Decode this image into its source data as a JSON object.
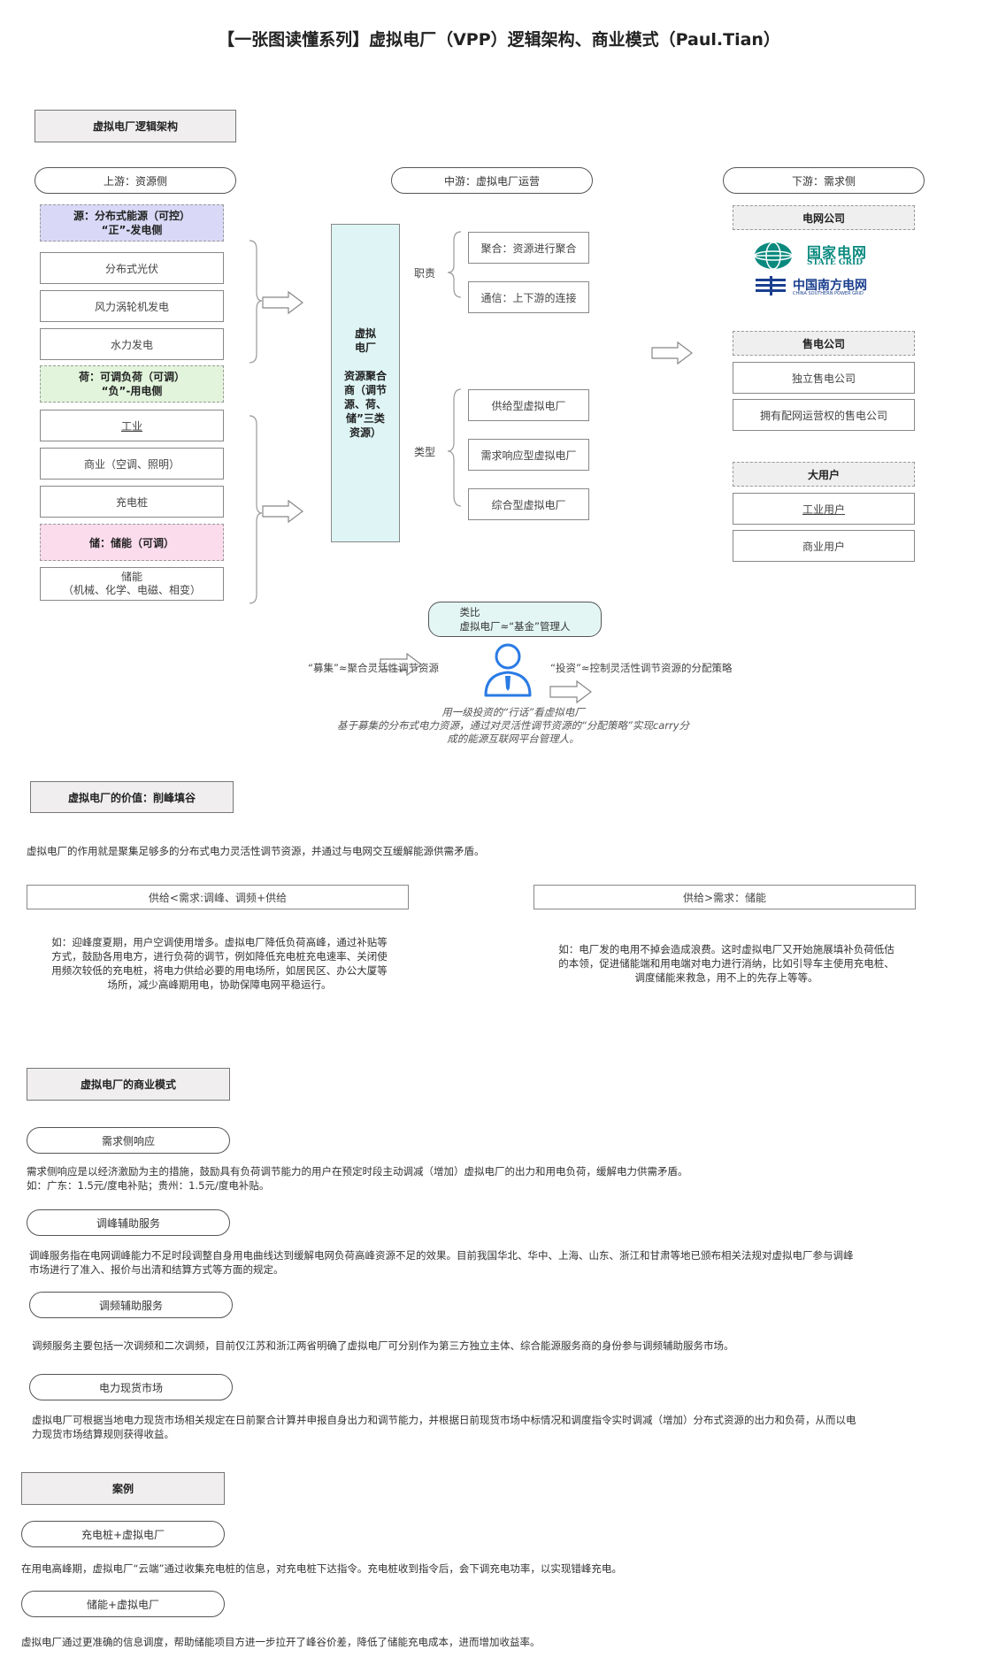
{
  "title": "【一张图读懂系列】虚拟电厂（VPP）逻辑架构、商业模式（Paul.Tian）",
  "arch": {
    "section_title": "虚拟电厂逻辑架构",
    "upstream": {
      "header": "上游：资源侧",
      "source_group": "源：分布式能源（可控）\n“正”-发电侧",
      "source_items": [
        "分布式光伏",
        "风力涡轮机发电",
        "水力发电"
      ],
      "load_group": "荷：可调负荷（可调）\n“负”-用电侧",
      "load_items": [
        "工业",
        "商业（空调、照明）",
        "充电桩"
      ],
      "storage_group": "储：储能（可调）",
      "storage_item": "储能\n（机械、化学、电磁、相变）"
    },
    "midstream": {
      "header": "中游：虚拟电厂运营",
      "center": "虚拟\n电厂\n\n资源聚合\n商（调节\n源、荷、\n储”三类\n资源）",
      "duty_label": "职责",
      "duties": [
        "聚合：资源进行聚合",
        "通信：上下游的连接"
      ],
      "type_label": "类型",
      "types": [
        "供给型虚拟电厂",
        "需求响应型虚拟电厂",
        "综合型虚拟电厂"
      ]
    },
    "downstream": {
      "header": "下游：需求侧",
      "grid_group": "电网公司",
      "logo1_cn": "国家电网",
      "logo1_en": "STATE GRID",
      "logo2_cn": "中国南方电网",
      "logo2_en": "CHINA SOUTHERN POWER GRID",
      "retail_group": "售电公司",
      "retail_items": [
        "独立售电公司",
        "拥有配网运营权的售电公司"
      ],
      "large_group": "大用户",
      "large_items": [
        "工业用户",
        "商业用户"
      ]
    },
    "analogy": {
      "header": "类比\n虚拟电厂≈“基金”管理人",
      "left": "“募集”≈聚合灵活性调节资源",
      "right": "“投资”≈控制灵活性调节资源的分配策略",
      "desc": "用一级投资的“行话”看虚拟电厂\n基于募集的分布式电力资源，通过对灵活性调节资源的“分配策略”实现carry分\n成的能源互联网平台管理人。"
    }
  },
  "value": {
    "section_title": "虚拟电厂的价值：削峰填谷",
    "intro": "虚拟电厂的作用就是聚集足够多的分布式电力灵活性调节资源，并通过与电网交互缓解能源供需矛盾。",
    "left_box": "供给<需求:调峰、调频+供给",
    "left_text": "如：迎峰度夏期，用户空调使用增多。虚拟电厂降低负荷高峰，通过补贴等\n方式，鼓励各用电方，进行负荷的调节，例如降低充电桩充电速率、关闭使\n用频次较低的充电桩，将电力供给必要的用电场所，如居民区、办公大厦等\n场所，减少高峰期用电，协助保障电网平稳运行。",
    "right_box": "供给>需求：储能",
    "right_text": "如：电厂发的电用不掉会造成浪费。这时虚拟电厂又开始施展填补负荷低估\n的本领，促进储能端和用电端对电力进行消纳，比如引导车主使用充电桩、\n调度储能来救急，用不上的先存上等等。"
  },
  "business": {
    "section_title": "虚拟电厂的商业模式",
    "items": [
      {
        "label": "需求侧响应",
        "text": "需求侧响应是以经济激励为主的措施，鼓励具有负荷调节能力的用户在预定时段主动调减（增加）虚拟电厂的出力和用电负荷，缓解电力供需矛盾。\n如：广东：1.5元/度电补贴；贵州：1.5元/度电补贴。"
      },
      {
        "label": "调峰辅助服务",
        "text": "调峰服务指在电网调峰能力不足时段调整自身用电曲线达到缓解电网负荷高峰资源不足的效果。目前我国华北、华中、上海、山东、浙江和甘肃等地已颁布相关法规对虚拟电厂参与调峰\n市场进行了准入、报价与出清和结算方式等方面的规定。"
      },
      {
        "label": "调频辅助服务",
        "text": "调频服务主要包括一次调频和二次调频，目前仅江苏和浙江两省明确了虚拟电厂可分别作为第三方独立主体、综合能源服务商的身份参与调频辅助服务市场。"
      },
      {
        "label": "电力现货市场",
        "text": "虚拟电厂可根据当地电力现货市场相关规定在日前聚合计算并申报自身出力和调节能力，并根据日前现货市场中标情况和调度指令实时调减（增加）分布式资源的出力和负荷，从而以电\n力现货市场结算规则获得收益。"
      }
    ]
  },
  "cases": {
    "section_title": "案例",
    "items": [
      {
        "label": "充电桩+虚拟电厂",
        "text": "在用电高峰期，虚拟电厂“云端”通过收集充电桩的信息，对充电桩下达指令。充电桩收到指令后，会下调充电功率，以实现错峰充电。"
      },
      {
        "label": "储能+虚拟电厂",
        "text": "虚拟电厂通过更准确的信息调度，帮助储能项目方进一步拉开了峰谷价差，降低了储能充电成本，进而增加收益率。"
      }
    ]
  },
  "colors": {
    "source_bg": "#d9d9f7",
    "load_bg": "#e2f5dc",
    "storage_bg": "#fbdcec",
    "center_bg": "#dff5f5",
    "analogy_bg": "#e3f6f3",
    "state_grid": "#0a8a7f",
    "csg": "#1b3f8f"
  }
}
